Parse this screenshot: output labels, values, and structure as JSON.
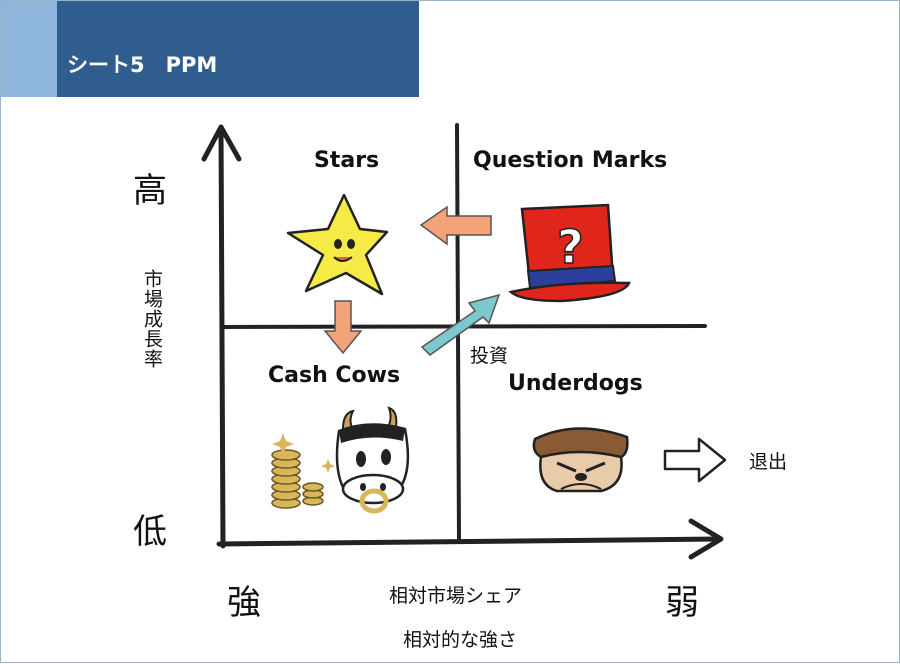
{
  "title": "シート5　PPM",
  "quadrants": {
    "stars": "Stars",
    "question_marks": "Question Marks",
    "cash_cows": "Cash Cows",
    "underdogs": "Underdogs"
  },
  "y_axis": {
    "high": "高",
    "low": "低",
    "label": "市場成長率"
  },
  "x_axis": {
    "strong": "強",
    "weak": "弱",
    "label": "相対市場シェア",
    "sublabel": "相対的な強さ"
  },
  "annotations": {
    "invest": "投資",
    "exit": "退出"
  },
  "colors": {
    "title_bar": "#2f5e8e",
    "title_accent": "#8fb6dd",
    "orange_arrow": "#f4a27a",
    "teal_arrow": "#7cc8cf",
    "star_fill": "#f6ea47",
    "hat_red": "#e0261a",
    "hat_band": "#2b3f9e"
  },
  "icons": [
    "star-icon",
    "question-hat-icon",
    "cash-cow-icon",
    "underdog-icon"
  ]
}
